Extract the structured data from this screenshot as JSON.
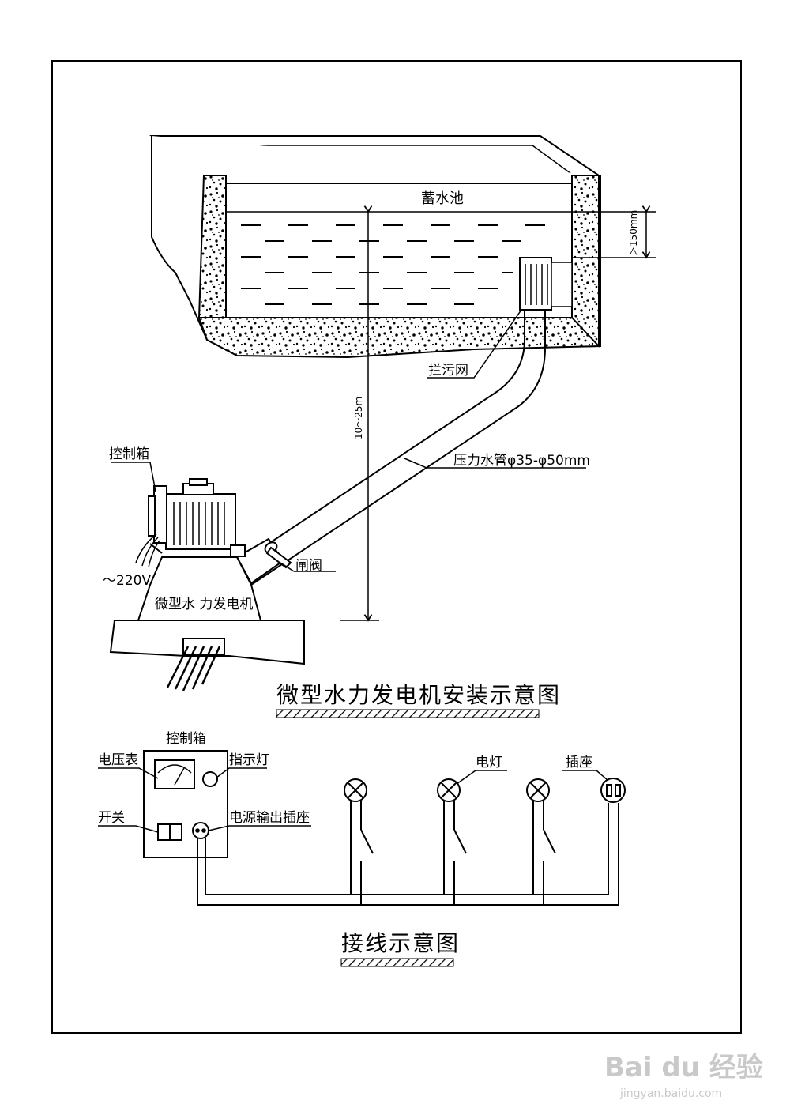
{
  "install_diagram": {
    "title": "微型水力发电机安装示意图",
    "labels": {
      "reservoir": "蓄水池",
      "min_depth": "＞150mm",
      "head_range": "10～25m",
      "screen": "拦污网",
      "pipe": "压力水管φ35-φ50mm",
      "control_box": "控制箱",
      "voltage": "～220V",
      "generator": "微型水 力发电机",
      "valve": "闸阀"
    }
  },
  "wiring_diagram": {
    "title": "接线示意图",
    "labels": {
      "control_box": "控制箱",
      "voltmeter": "电压表",
      "indicator": "指示灯",
      "switch": "开关",
      "power_outlet": "电源输出插座",
      "lamp": "电灯",
      "socket": "插座"
    }
  },
  "watermark": {
    "brand": "Bai du 经验",
    "url": "jingyan.baidu.com"
  }
}
